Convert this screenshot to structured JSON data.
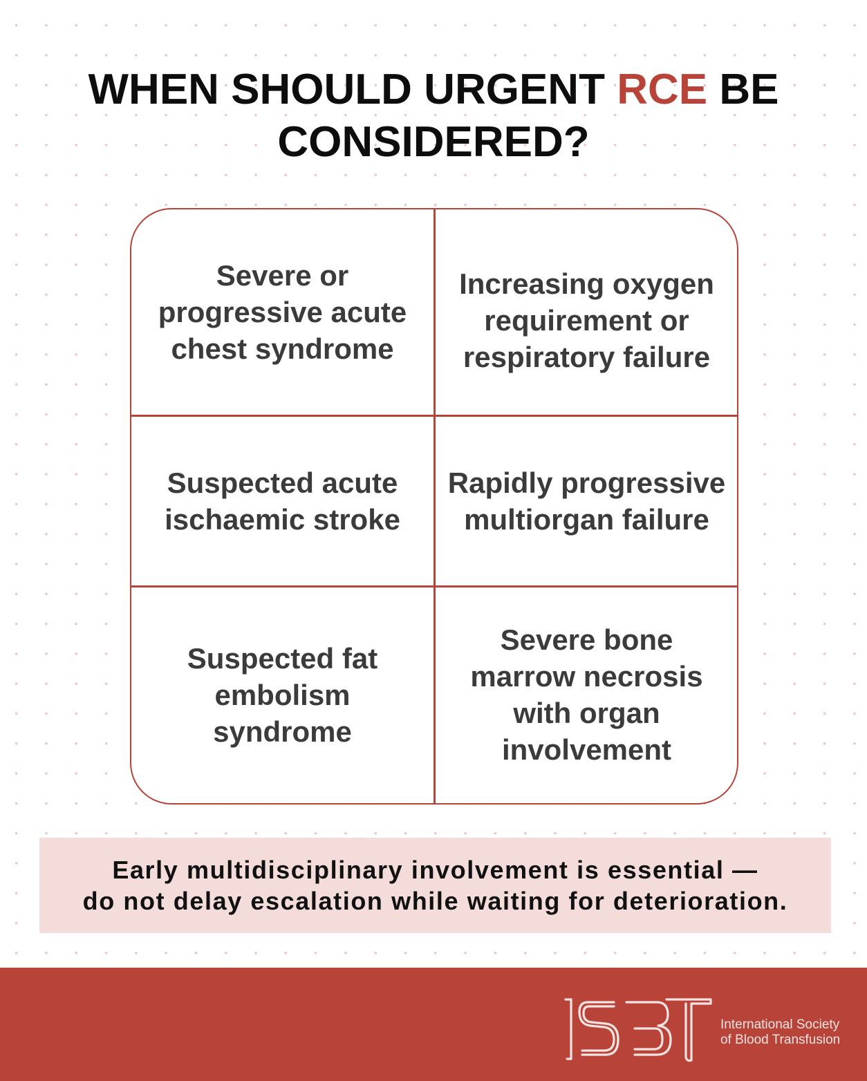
{
  "colors": {
    "accent": "#b84338",
    "text": "#3b3b3b",
    "callout_bg": "#f3dcda"
  },
  "title": {
    "line1_before": "WHEN SHOULD URGENT ",
    "line1_highlight": "RCE",
    "line1_after": " BE",
    "line2": "CONSIDERED?"
  },
  "criteria": [
    "Severe or progressive acute chest syndrome",
    "Increasing oxygen requirement or respiratory failure",
    "Suspected acute ischaemic stroke",
    "Rapidly progressive multiorgan failure",
    "Suspected fat embolism syndrome",
    "Severe bone marrow necrosis with organ involvement"
  ],
  "callout": {
    "line1": "Early multidisciplinary involvement is essential —",
    "line2": "do not delay escalation while waiting for deterioration."
  },
  "footer": {
    "logo_icon": "isbt-logo-icon",
    "org_name_line1": "International Society",
    "org_name_line2": "of Blood Transfusion"
  }
}
